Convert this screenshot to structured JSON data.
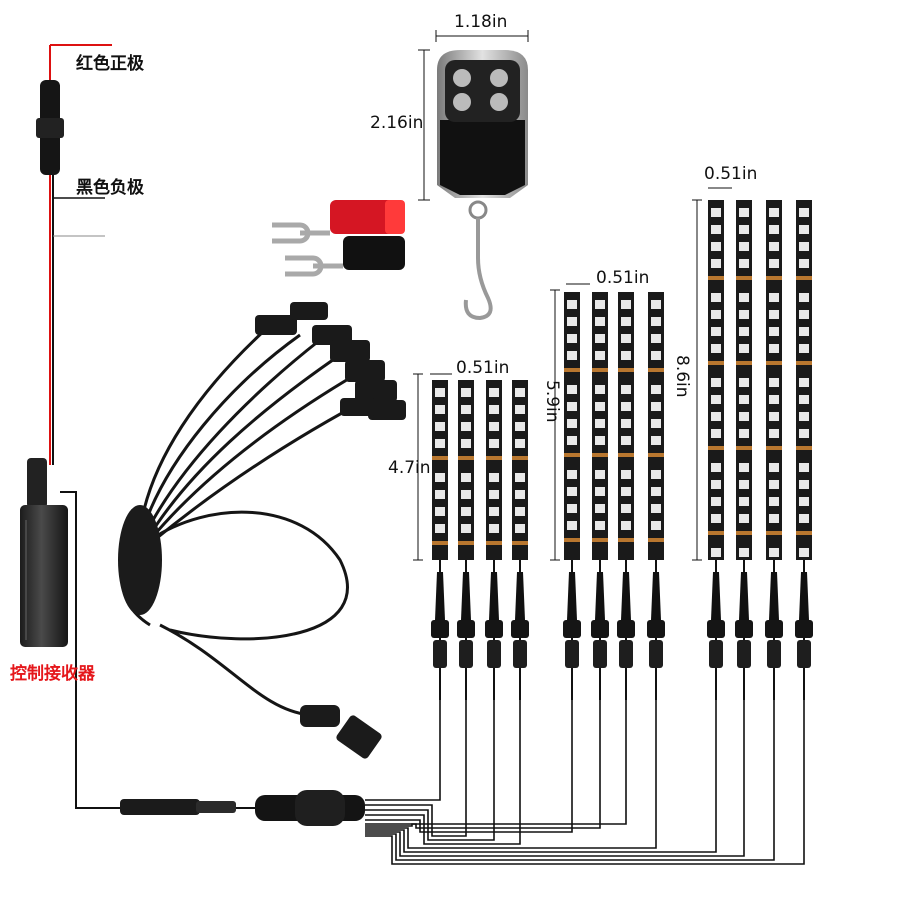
{
  "labels": {
    "red_positive": "红色正极",
    "black_negative": "黑色负极",
    "receiver": "控制接收器",
    "remote_width": "1.18in",
    "remote_height": "2.16in",
    "strip_width_short": "0.51in",
    "strip_width_mid": "0.51in",
    "strip_width_long": "0.51in",
    "strip_len_short": "4.7in",
    "strip_len_mid": "5.9in",
    "strip_len_long": "8.6in"
  },
  "colors": {
    "accent_red": "#e5171b",
    "wire": "#111111",
    "strip": "#1a1a1a",
    "led_pad": "#e9e9e9",
    "copper": "#b9772f"
  }
}
